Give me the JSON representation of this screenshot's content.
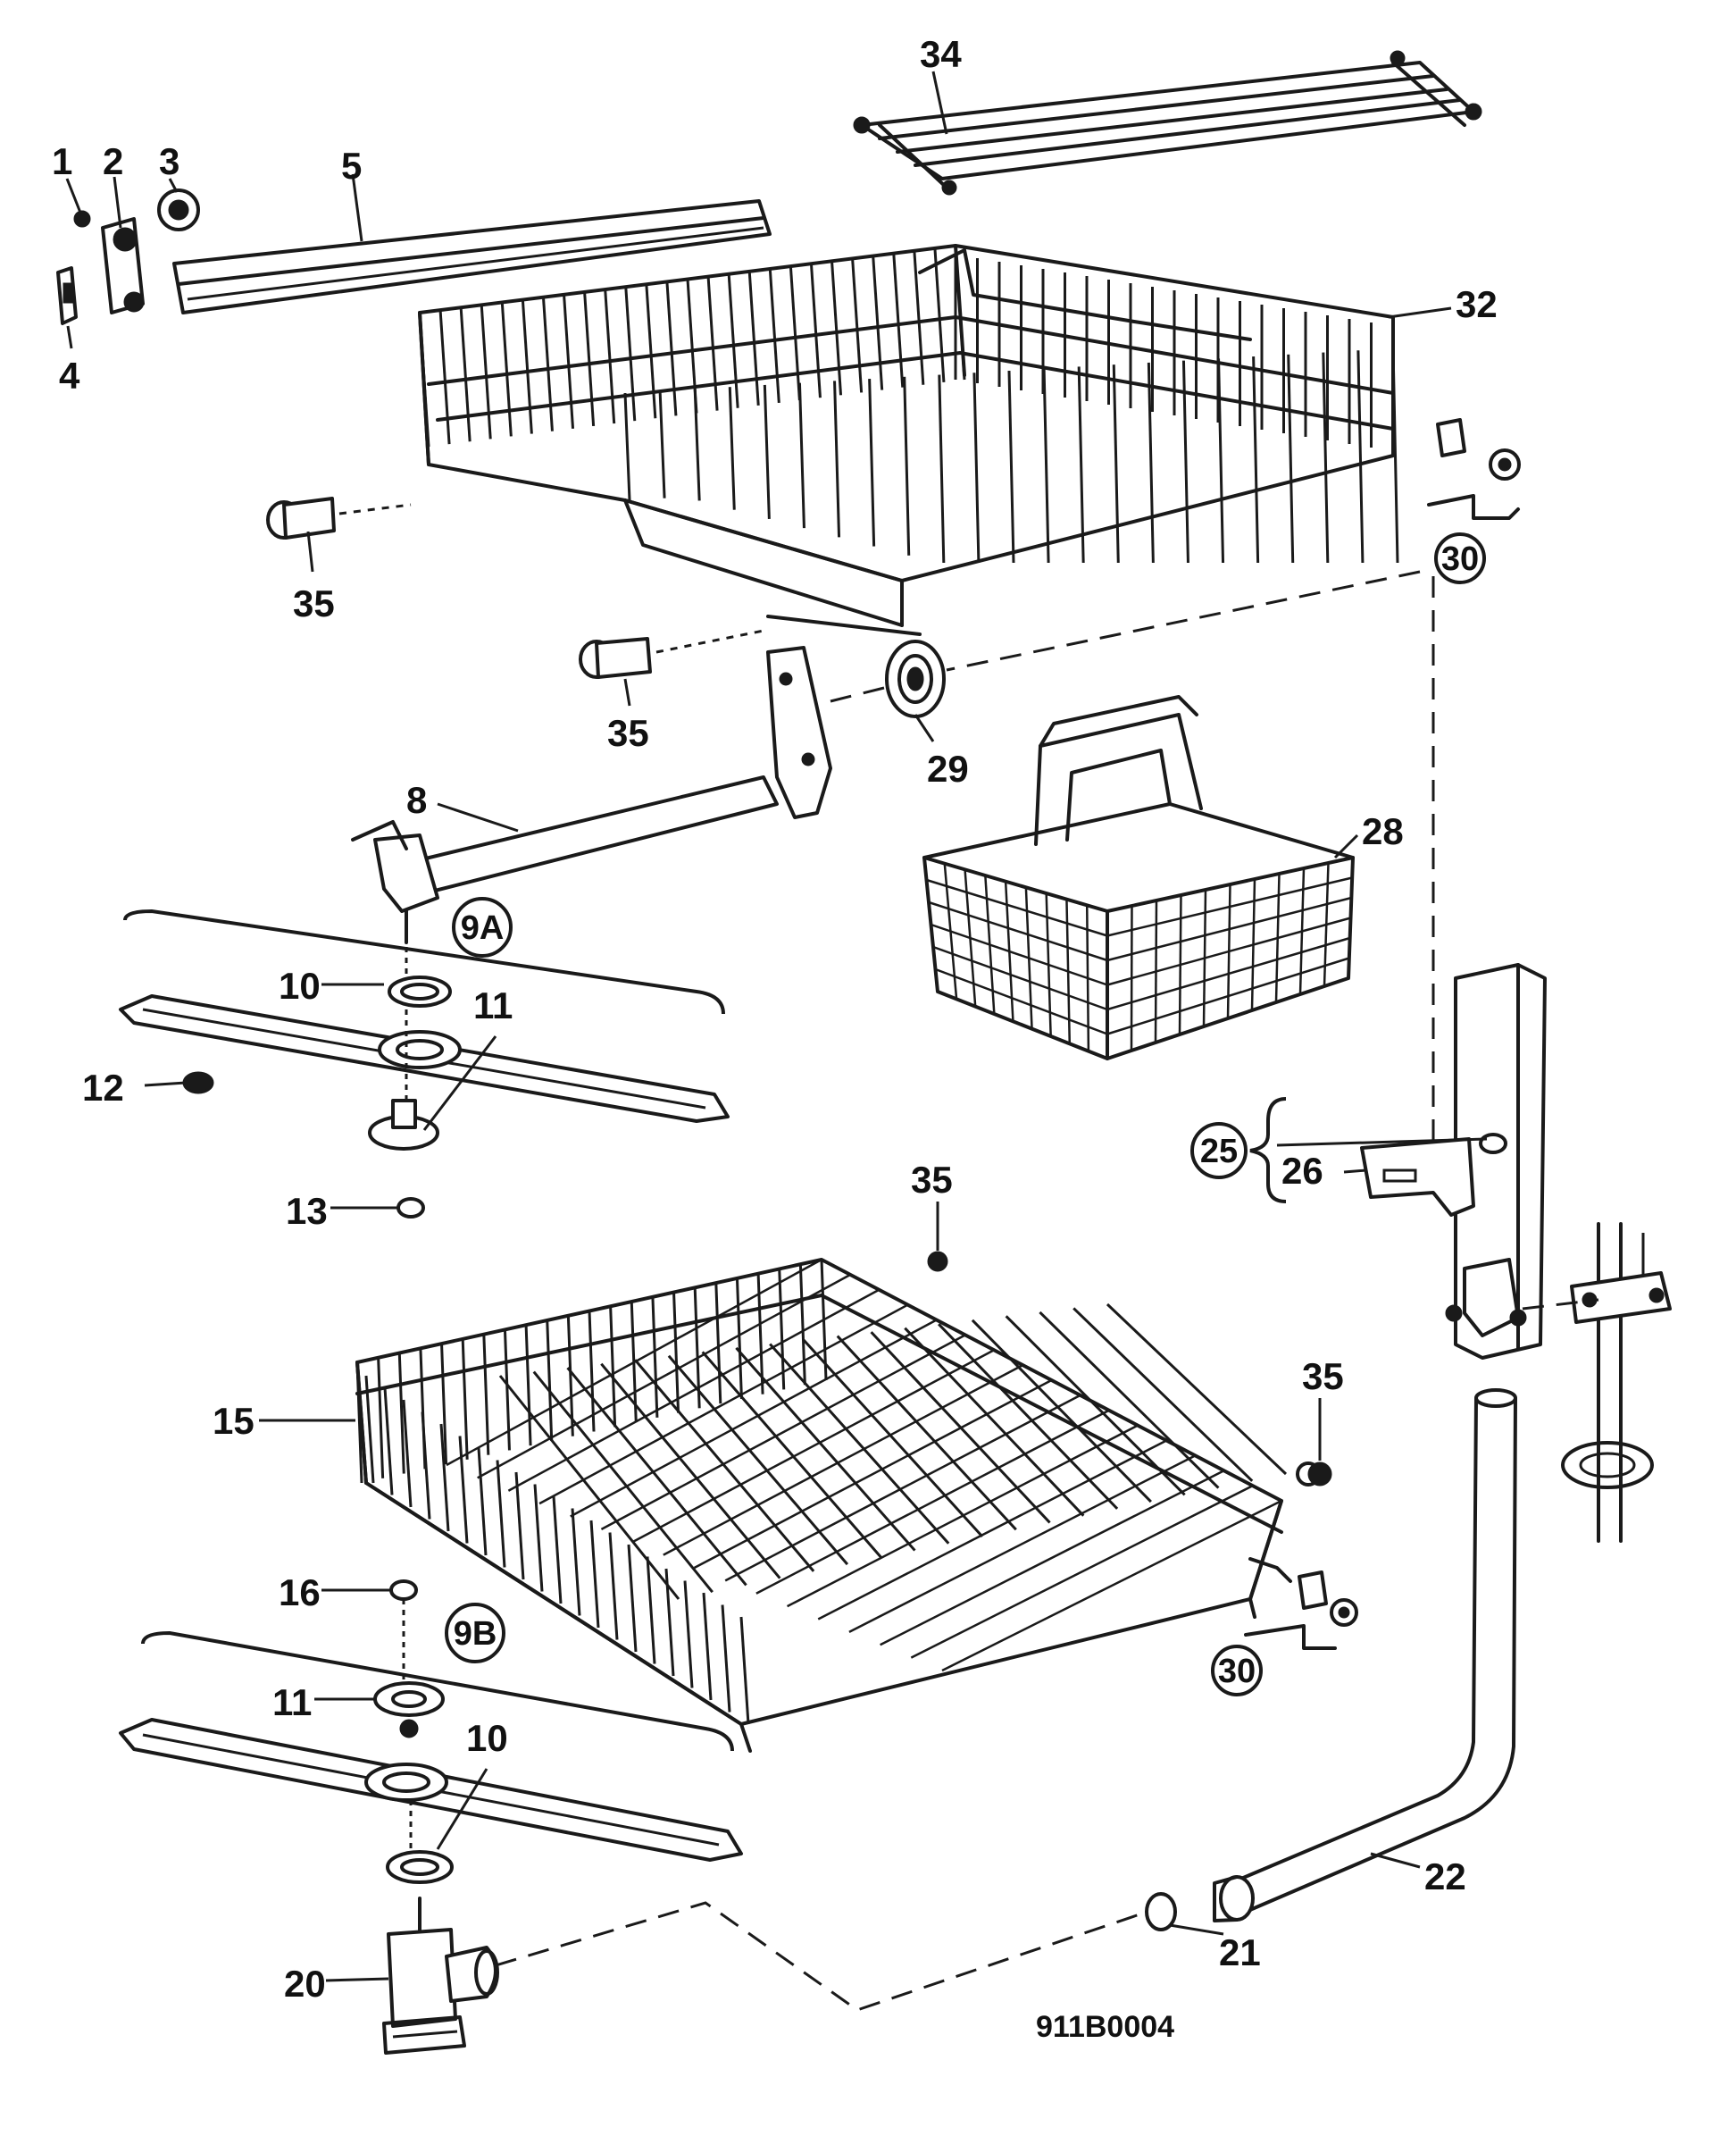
{
  "diagram": {
    "labels": {
      "p1": "1",
      "p2": "2",
      "p3": "3",
      "p4": "4",
      "p5": "5",
      "p8": "8",
      "p9a": "9A",
      "p9b": "9B",
      "p10a": "10",
      "p10b": "10",
      "p11a": "11",
      "p11b": "11",
      "p12": "12",
      "p13": "13",
      "p15": "15",
      "p16": "16",
      "p20": "20",
      "p21": "21",
      "p22": "22",
      "p25": "25",
      "p26": "26",
      "p28": "28",
      "p29": "29",
      "p30a": "30",
      "p30b": "30",
      "p32": "32",
      "p34": "34",
      "p35a": "35",
      "p35b": "35",
      "p35c": "35",
      "p35d": "35"
    },
    "drawing_code": "911B0004"
  }
}
